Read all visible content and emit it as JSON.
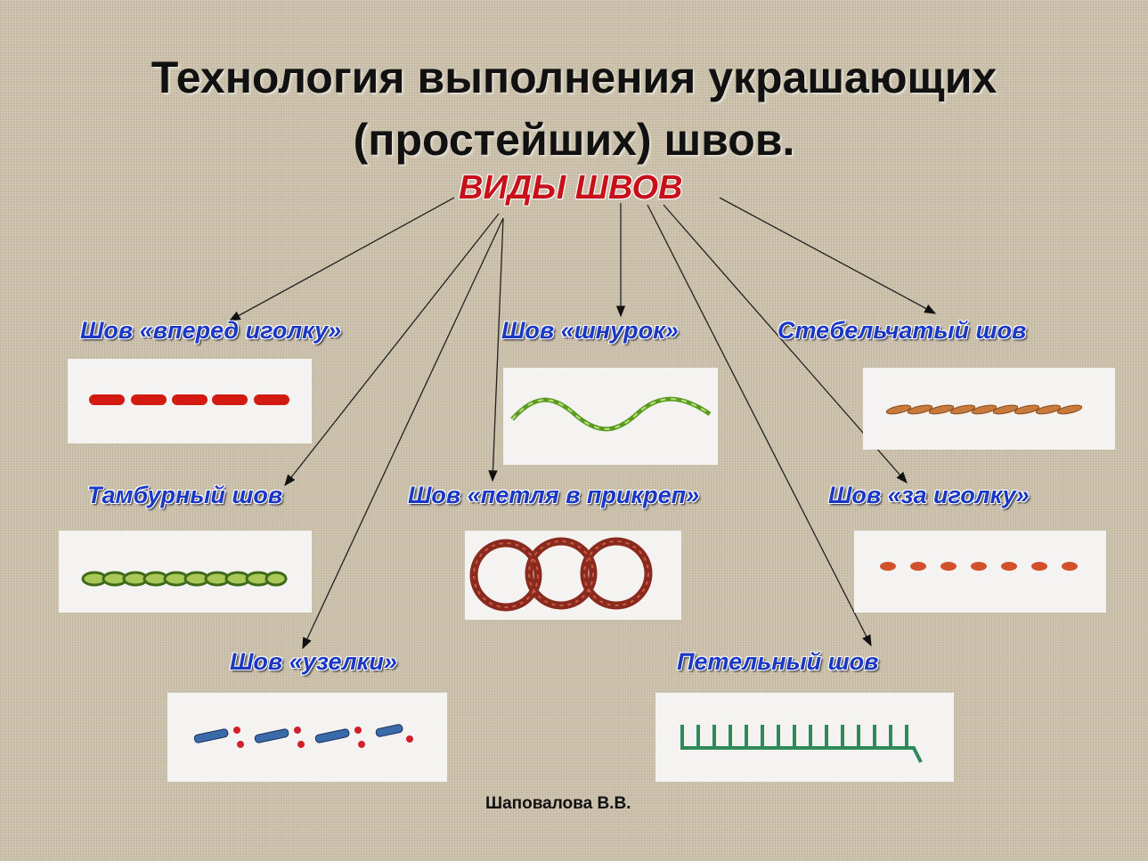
{
  "title": {
    "line1": "Технология выполнения украшающих",
    "line2": "(простейших)  швов."
  },
  "subtitle": "ВИДЫ ШВОВ",
  "stitches": [
    {
      "label": "Шов «вперед иголку»"
    },
    {
      "label": "Шов «шнурок»"
    },
    {
      "label": "Стебельчатый шов"
    },
    {
      "label": "Тамбурный шов"
    },
    {
      "label": "Шов «петля в прикреп»"
    },
    {
      "label": "Шов «за иголку»"
    },
    {
      "label": "Шов «узелки»"
    },
    {
      "label": "Петельный шов"
    }
  ],
  "author": "Шаповалова В.В.",
  "colors": {
    "label": "#1b38c4",
    "subtitle": "#c8101a",
    "background": "#cbc1ab"
  }
}
